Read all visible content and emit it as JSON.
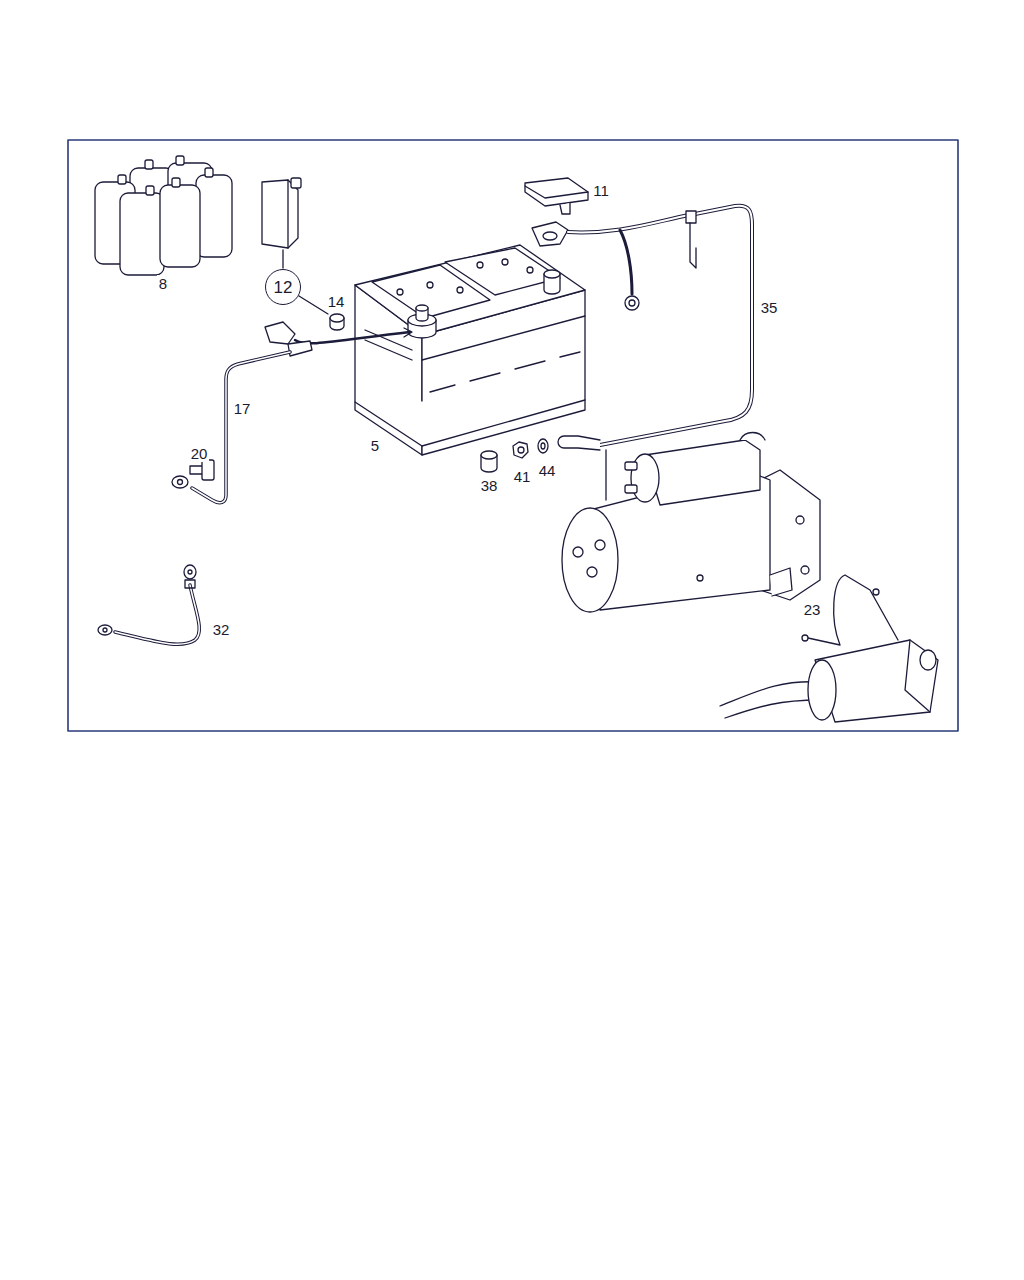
{
  "diagram": {
    "nodes": [
      {
        "text": [
          "12"
        ]
      }
    ],
    "labels": [
      "11",
      "8",
      "14",
      "35",
      "17",
      "5",
      "20",
      "38",
      "41",
      "44",
      "23",
      "32"
    ]
  }
}
